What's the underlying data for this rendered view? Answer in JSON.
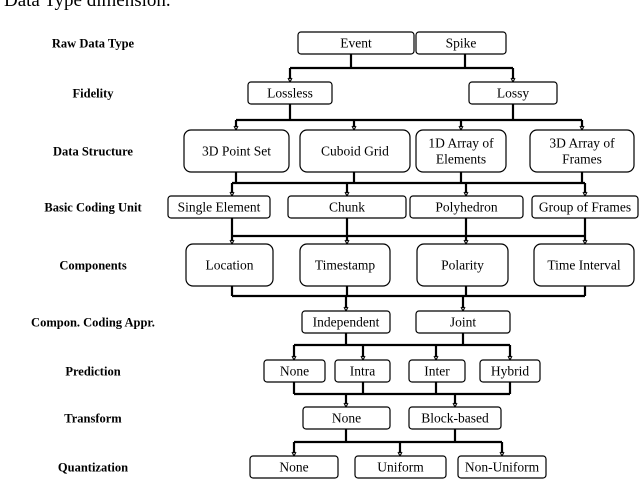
{
  "caption": "Data Type dimension.",
  "rows": [
    {
      "label": "Raw Data Type",
      "nodes": [
        {
          "text": [
            "Event"
          ]
        },
        {
          "text": [
            "Spike"
          ]
        }
      ]
    },
    {
      "label": "Fidelity",
      "nodes": [
        {
          "text": [
            "Lossless"
          ]
        },
        {
          "text": [
            "Lossy"
          ]
        }
      ]
    },
    {
      "label": "Data Structure",
      "nodes": [
        {
          "text": [
            "3D Point Set"
          ]
        },
        {
          "text": [
            "Cuboid  Grid"
          ]
        },
        {
          "text": [
            "1D Array of",
            "Elements"
          ]
        },
        {
          "text": [
            "3D Array of",
            "Frames"
          ]
        }
      ]
    },
    {
      "label": "Basic Coding Unit",
      "nodes": [
        {
          "text": [
            "Single Element"
          ]
        },
        {
          "text": [
            "Chunk"
          ]
        },
        {
          "text": [
            "Polyhedron"
          ]
        },
        {
          "text": [
            "Group of Frames"
          ]
        }
      ]
    },
    {
      "label": "Components",
      "nodes": [
        {
          "text": [
            "Location"
          ]
        },
        {
          "text": [
            "Timestamp"
          ]
        },
        {
          "text": [
            "Polarity"
          ]
        },
        {
          "text": [
            "Time Interval"
          ]
        }
      ]
    },
    {
      "label": "Compon. Coding Appr.",
      "nodes": [
        {
          "text": [
            "Independent"
          ]
        },
        {
          "text": [
            "Joint"
          ]
        }
      ]
    },
    {
      "label": "Prediction",
      "nodes": [
        {
          "text": [
            "None"
          ]
        },
        {
          "text": [
            "Intra"
          ]
        },
        {
          "text": [
            "Inter"
          ]
        },
        {
          "text": [
            "Hybrid"
          ]
        }
      ]
    },
    {
      "label": "Transform",
      "nodes": [
        {
          "text": [
            "None"
          ]
        },
        {
          "text": [
            "Block-based"
          ]
        }
      ]
    },
    {
      "label": "Quantization",
      "nodes": [
        {
          "text": [
            "None"
          ]
        },
        {
          "text": [
            "Uniform"
          ]
        },
        {
          "text": [
            "Non-Uniform"
          ]
        }
      ]
    }
  ]
}
